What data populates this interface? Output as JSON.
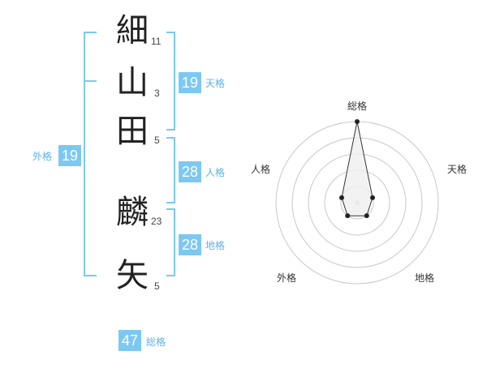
{
  "name": {
    "chars": [
      {
        "kanji": "細",
        "strokes": "11"
      },
      {
        "kanji": "山",
        "strokes": "3"
      },
      {
        "kanji": "田",
        "strokes": "5"
      },
      {
        "kanji": "麟",
        "strokes": "23"
      },
      {
        "kanji": "矢",
        "strokes": "5"
      }
    ]
  },
  "fortunes": {
    "tenkaku": {
      "value": "19",
      "label": "天格"
    },
    "jinkaku": {
      "value": "28",
      "label": "人格"
    },
    "chikaku": {
      "value": "28",
      "label": "地格"
    },
    "gaikaku": {
      "value": "19",
      "label": "外格"
    },
    "soukaku": {
      "value": "47",
      "label": "総格"
    }
  },
  "radar": {
    "axes": [
      "総格",
      "天格",
      "地格",
      "外格",
      "人格"
    ],
    "values": [
      5,
      1,
      1,
      1,
      1
    ],
    "max": 5,
    "colors": {
      "grid": "#c8c8c8",
      "fill": "#efefef",
      "line": "#333333",
      "point": "#222222"
    }
  },
  "colors": {
    "accent": "#7cc8f2",
    "bracket": "#7cc8f2"
  }
}
